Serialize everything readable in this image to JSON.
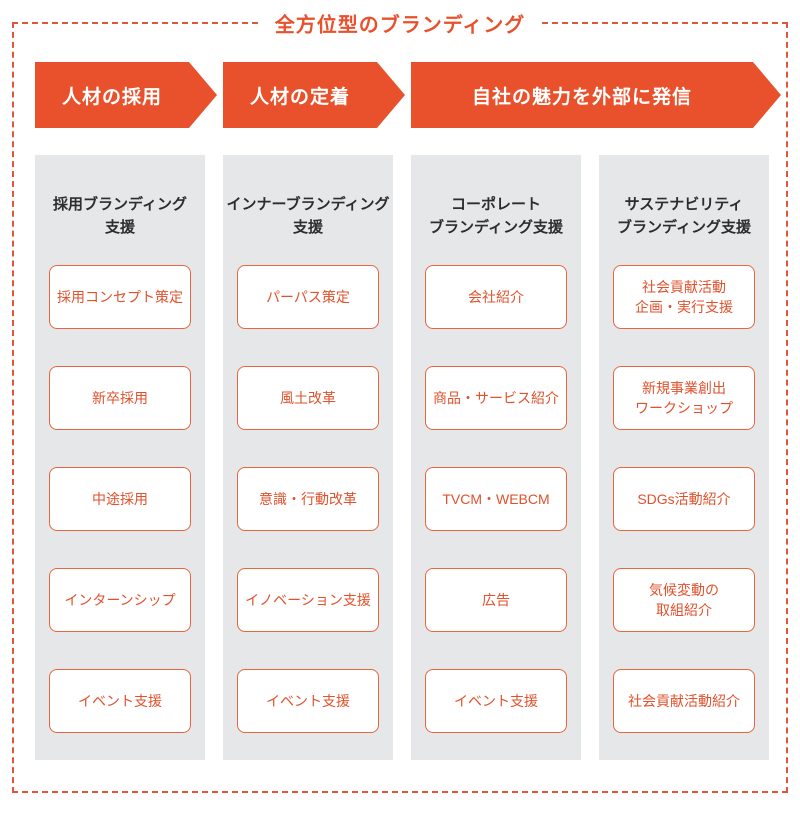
{
  "title": "全方位型のブランディング",
  "colors": {
    "accent_orange": "#e8512b",
    "item_border_orange": "#e8663f",
    "item_text_orange": "#e0512c",
    "column_bg_gray": "#e6e7e8",
    "header_text": "#2d2d2d",
    "frame_dash": "#e0563a"
  },
  "arrows": [
    {
      "label": "人材の採用"
    },
    {
      "label": "人材の定着"
    },
    {
      "label": "自社の魅力を外部に発信"
    }
  ],
  "columns": [
    {
      "header": "採用ブランディング\n支援",
      "items": [
        "採用コンセプト策定",
        "新卒採用",
        "中途採用",
        "インターンシップ",
        "イベント支援"
      ]
    },
    {
      "header": "インナーブランディング\n支援",
      "items": [
        "パーパス策定",
        "風土改革",
        "意識・行動改革",
        "イノベーション支援",
        "イベント支援"
      ]
    },
    {
      "header": "コーポレート\nブランディング支援",
      "items": [
        "会社紹介",
        "商品・サービス紹介",
        "TVCM・WEBCM",
        "広告",
        "イベント支援"
      ]
    },
    {
      "header": "サステナビリティ\nブランディング支援",
      "items": [
        "社会貢献活動\n企画・実行支援",
        "新規事業創出\nワークショップ",
        "SDGs活動紹介",
        "気候変動の\n取組紹介",
        "社会貢献活動紹介"
      ]
    }
  ]
}
